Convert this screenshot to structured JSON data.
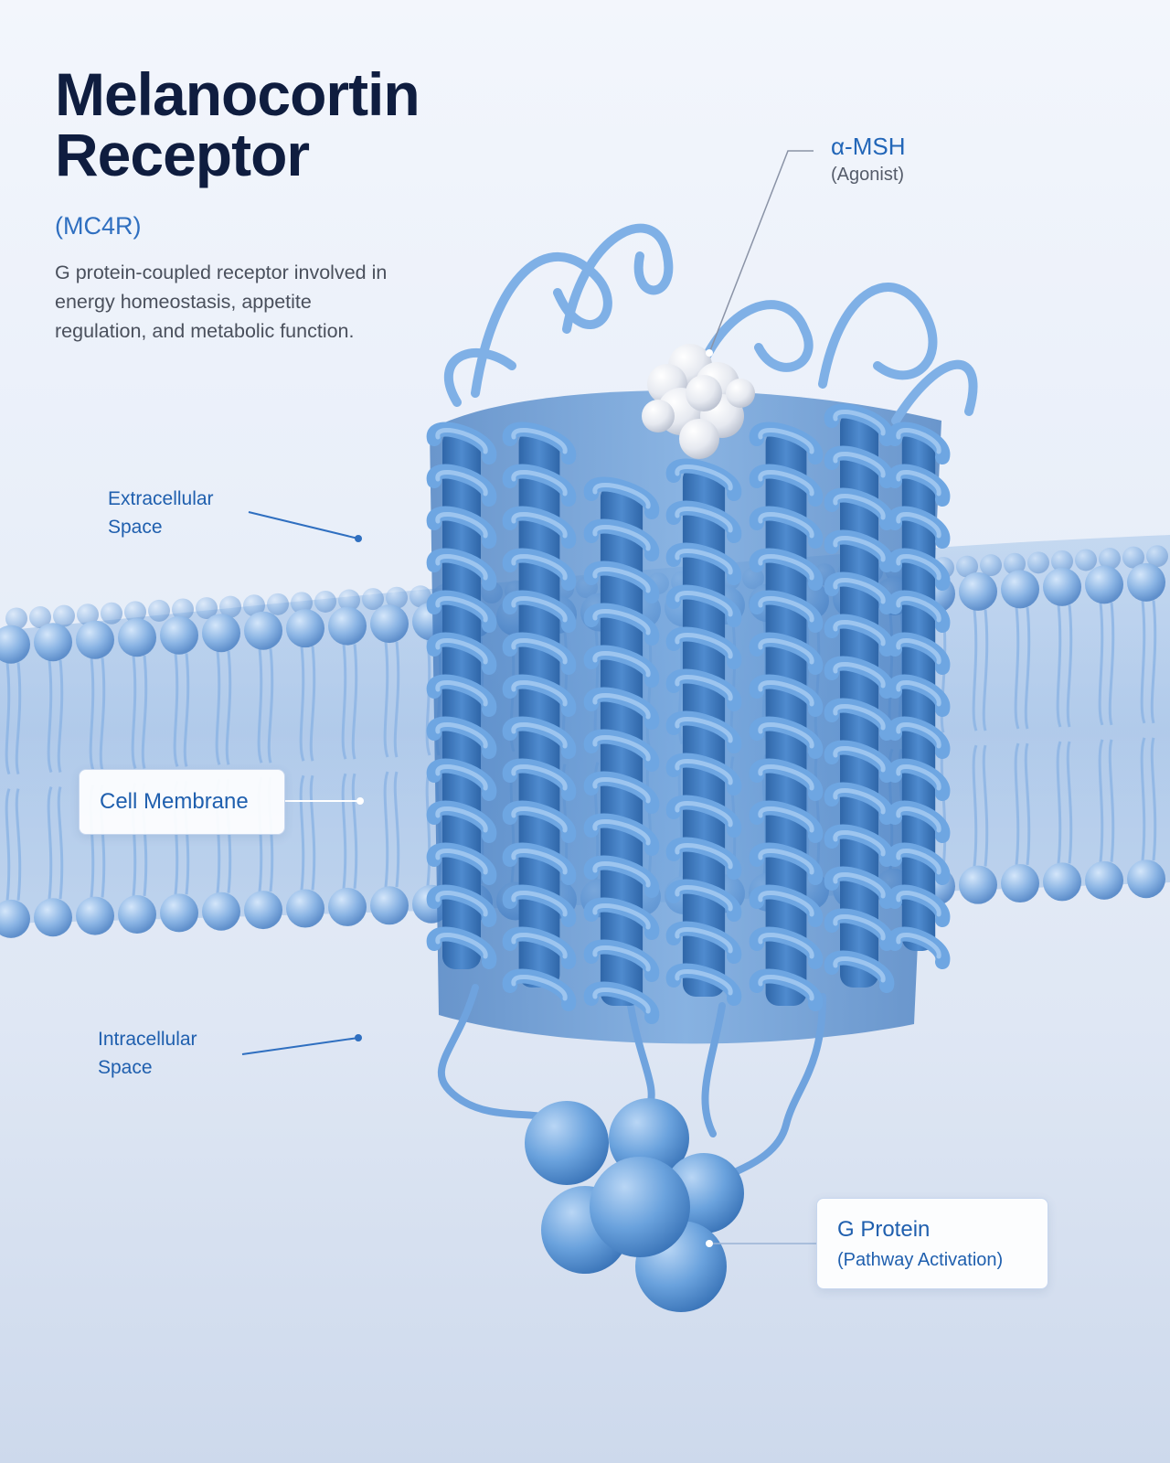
{
  "title": {
    "line1": "Melanocortin",
    "line2": "Receptor"
  },
  "subtitle": "(MC4R)",
  "description": "G protein-coupled receptor involved in energy homeostasis, appetite regulation, and metabolic function.",
  "labels": {
    "extracellular": {
      "line1": "Extracellular",
      "line2": "Space"
    },
    "cell_membrane": "Cell Membrane",
    "intracellular": {
      "line1": "Intracellular",
      "line2": "Space"
    },
    "agonist": {
      "name": "α-MSH",
      "role": "(Agonist)"
    },
    "g_protein": {
      "name": "G Protein",
      "role": "(Pathway Activation)"
    }
  },
  "colors": {
    "protein": "#5b9ad8",
    "protein_dark": "#2f6cae",
    "membrane": "#8fb6e4",
    "ligand": "#e7eaf1",
    "label": "#1f5fae",
    "title": "#0f1d3f"
  }
}
